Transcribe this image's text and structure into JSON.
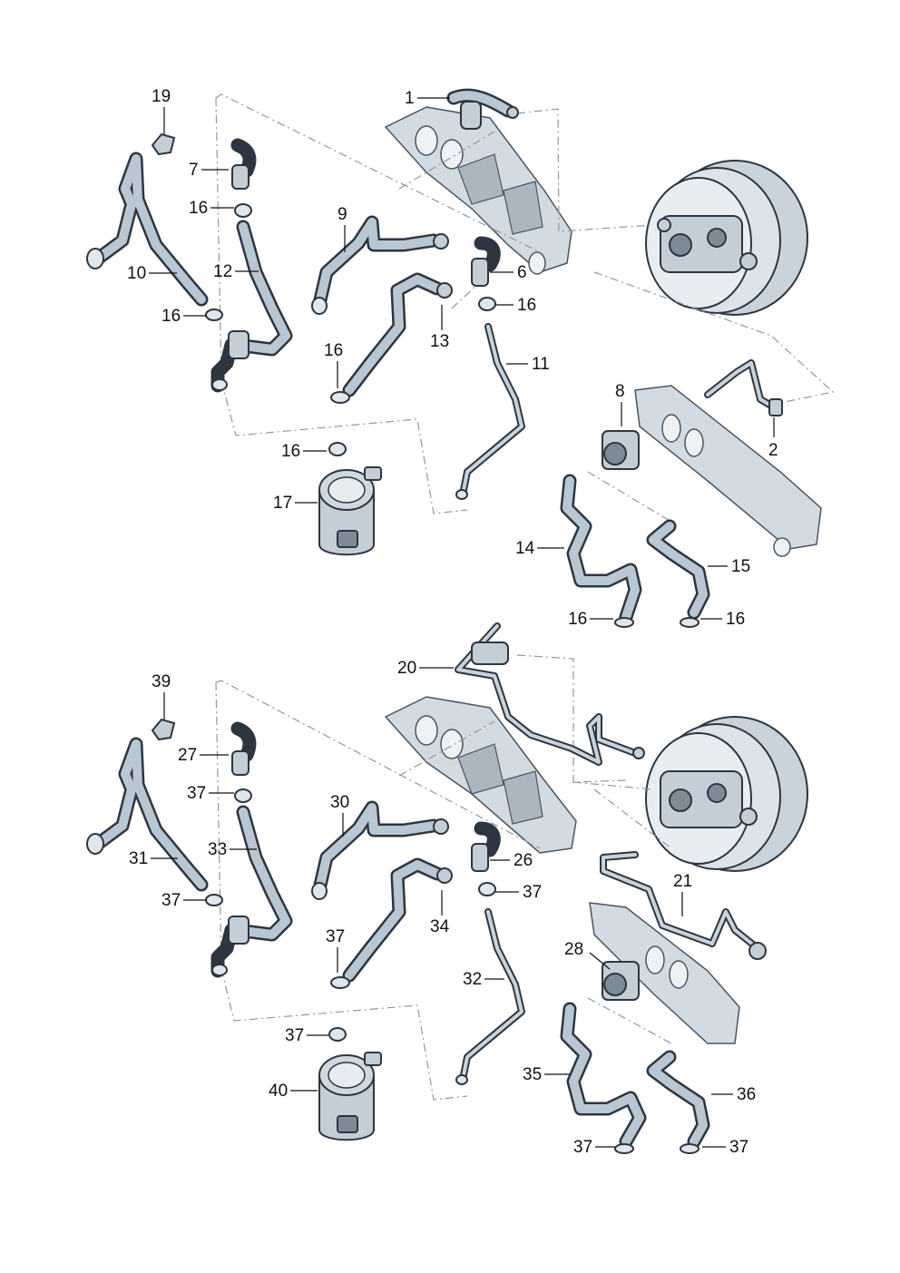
{
  "diagram": {
    "callouts": {
      "c1": "1",
      "c2": "2",
      "c6": "6",
      "c7": "7",
      "c8": "8",
      "c9": "9",
      "c10": "10",
      "c11": "11",
      "c12": "12",
      "c13": "13",
      "c14": "14",
      "c15": "15",
      "c16": "16",
      "c17": "17",
      "c19": "19",
      "c20": "20",
      "c21": "21",
      "c26": "26",
      "c27": "27",
      "c28": "28",
      "c30": "30",
      "c31": "31",
      "c32": "32",
      "c33": "33",
      "c34": "34",
      "c35": "35",
      "c36": "36",
      "c37": "37",
      "c39": "39",
      "c40": "40"
    }
  }
}
